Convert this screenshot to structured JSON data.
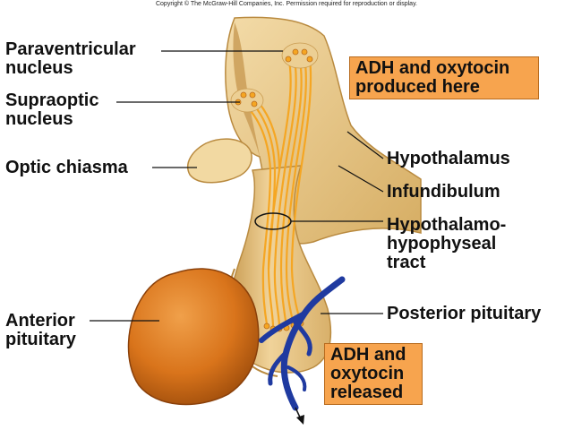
{
  "copyright": "Copyright © The McGraw-Hill Companies, Inc. Permission required for reproduction or display.",
  "labels": {
    "paraventricular": [
      "Paraventricular",
      "nucleus"
    ],
    "supraoptic": [
      "Supraoptic",
      "nucleus"
    ],
    "optic_chiasma": "Optic chiasma",
    "anterior_pituitary": [
      "Anterior",
      "pituitary"
    ],
    "hypothalamus": "Hypothalamus",
    "infundibulum": "Infundibulum",
    "tract": [
      "Hypothalamo-",
      "hypophyseal",
      "tract"
    ],
    "posterior_pituitary": "Posterior pituitary"
  },
  "callouts": {
    "produced": [
      "ADH and oxytocin",
      "produced here"
    ],
    "released": [
      "ADH and",
      "oxytocin",
      "released"
    ]
  },
  "colors": {
    "tissue": "#e8c27a",
    "tissue_dark": "#b98a3f",
    "anterior_pituitary": "#d9741b",
    "axon": "#f5a623",
    "vessel": "#1f3aa0",
    "callout_bg": "#f7a44e"
  }
}
